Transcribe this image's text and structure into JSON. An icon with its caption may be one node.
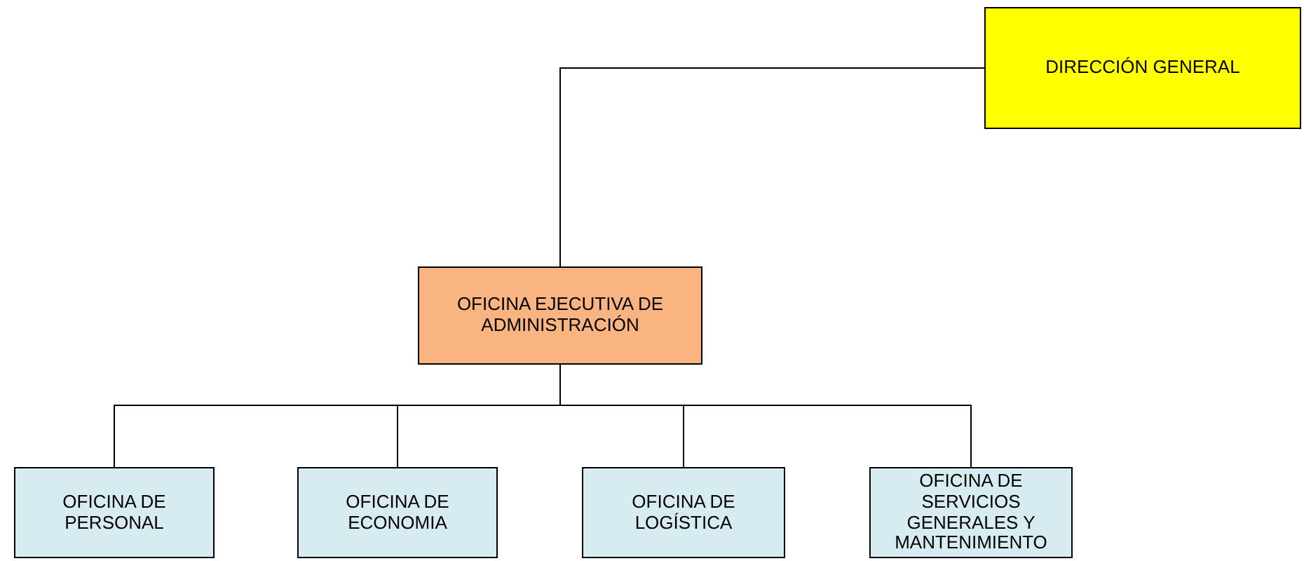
{
  "diagram": {
    "nodes": [
      {
        "text": [
          "DIRECCIÓN GENERAL"
        ]
      },
      {
        "text": [
          "OFICINA EJECUTIVA DE ADMINISTRACIÓN"
        ]
      },
      {
        "text": [
          "OFICINA DE PERSONAL"
        ]
      },
      {
        "text": [
          "OFICINA DE ECONOMIA"
        ]
      },
      {
        "text": [
          "OFICINA DE LOGÍSTICA"
        ]
      },
      {
        "text": [
          "OFICINA DE SERVICIOS GENERALES Y MANTENIMIENTO"
        ]
      }
    ],
    "edges": [
      {
        "from": 0,
        "to": 1,
        "arrow": "none"
      },
      {
        "from": 1,
        "to": 2,
        "arrow": "none"
      },
      {
        "from": 1,
        "to": 3,
        "arrow": "none"
      },
      {
        "from": 1,
        "to": 4,
        "arrow": "none"
      },
      {
        "from": 1,
        "to": 5,
        "arrow": "none"
      }
    ]
  }
}
